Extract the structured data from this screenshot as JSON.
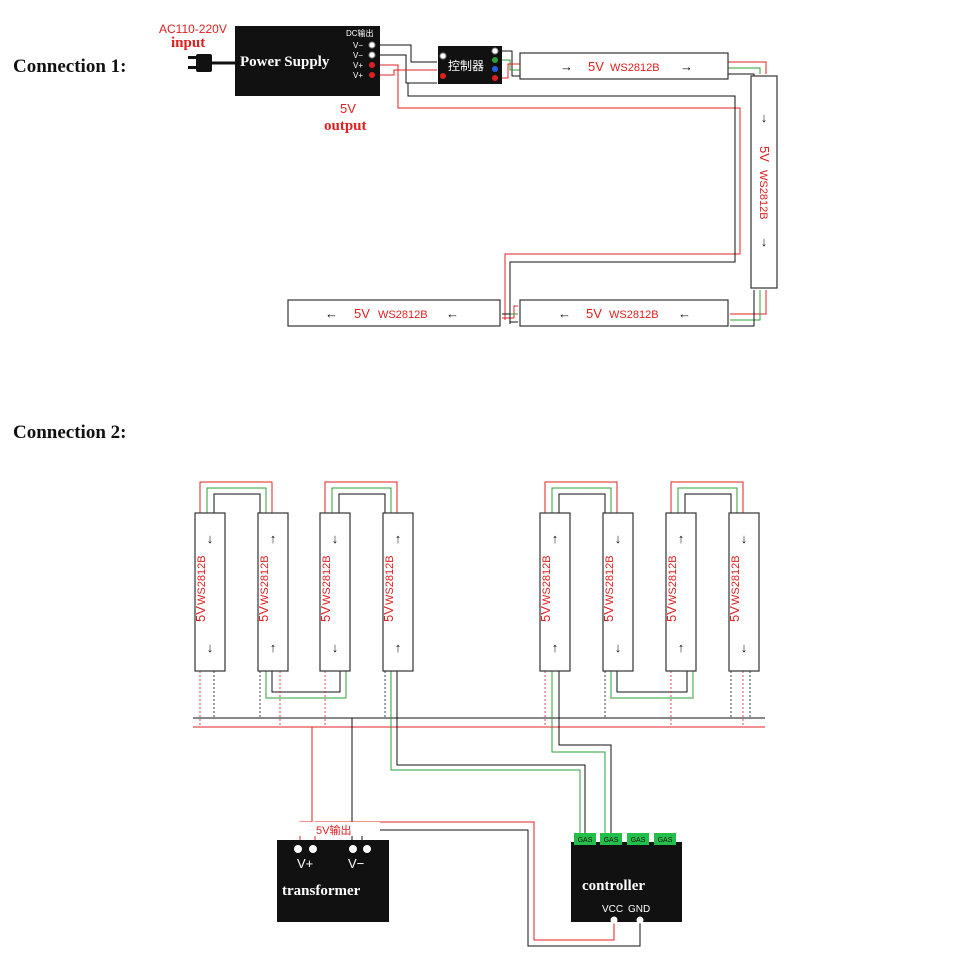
{
  "connection1": {
    "title": "Connection 1:",
    "ac_label": "AC110-220V",
    "input_label": "input",
    "psu_label": "Power Supply",
    "dc_label": "DC输出",
    "terminals": [
      "V−",
      "V−",
      "V+",
      "V+"
    ],
    "output_v": "5V",
    "output_label": "output",
    "controller_label": "控制器",
    "strips": [
      {
        "v": "5V",
        "model": "WS2812B",
        "dir": "right"
      },
      {
        "v": "5V",
        "model": "WS2812B",
        "dir": "down"
      },
      {
        "v": "5V",
        "model": "WS2812B",
        "dir": "left"
      },
      {
        "v": "5V",
        "model": "WS2812B",
        "dir": "left"
      }
    ]
  },
  "connection2": {
    "title": "Connection 2:",
    "strip_v": "5V",
    "strip_model": "WS2812B",
    "strip_dirs": [
      "down",
      "up",
      "down",
      "up",
      "up",
      "down",
      "up",
      "down"
    ],
    "psu_header": "5V输出",
    "psu_terms": [
      "V+",
      "V−"
    ],
    "psu_label": "transformer",
    "ctrl_label": "controller",
    "ctrl_ports": [
      "GAS",
      "GAS",
      "GAS",
      "GAS"
    ],
    "ctrl_vcc": "VCC",
    "ctrl_gnd": "GND"
  },
  "colors": {
    "red": "#e02020",
    "green": "#2e9e3a",
    "black": "#111111",
    "port_green": "#22c04a"
  }
}
